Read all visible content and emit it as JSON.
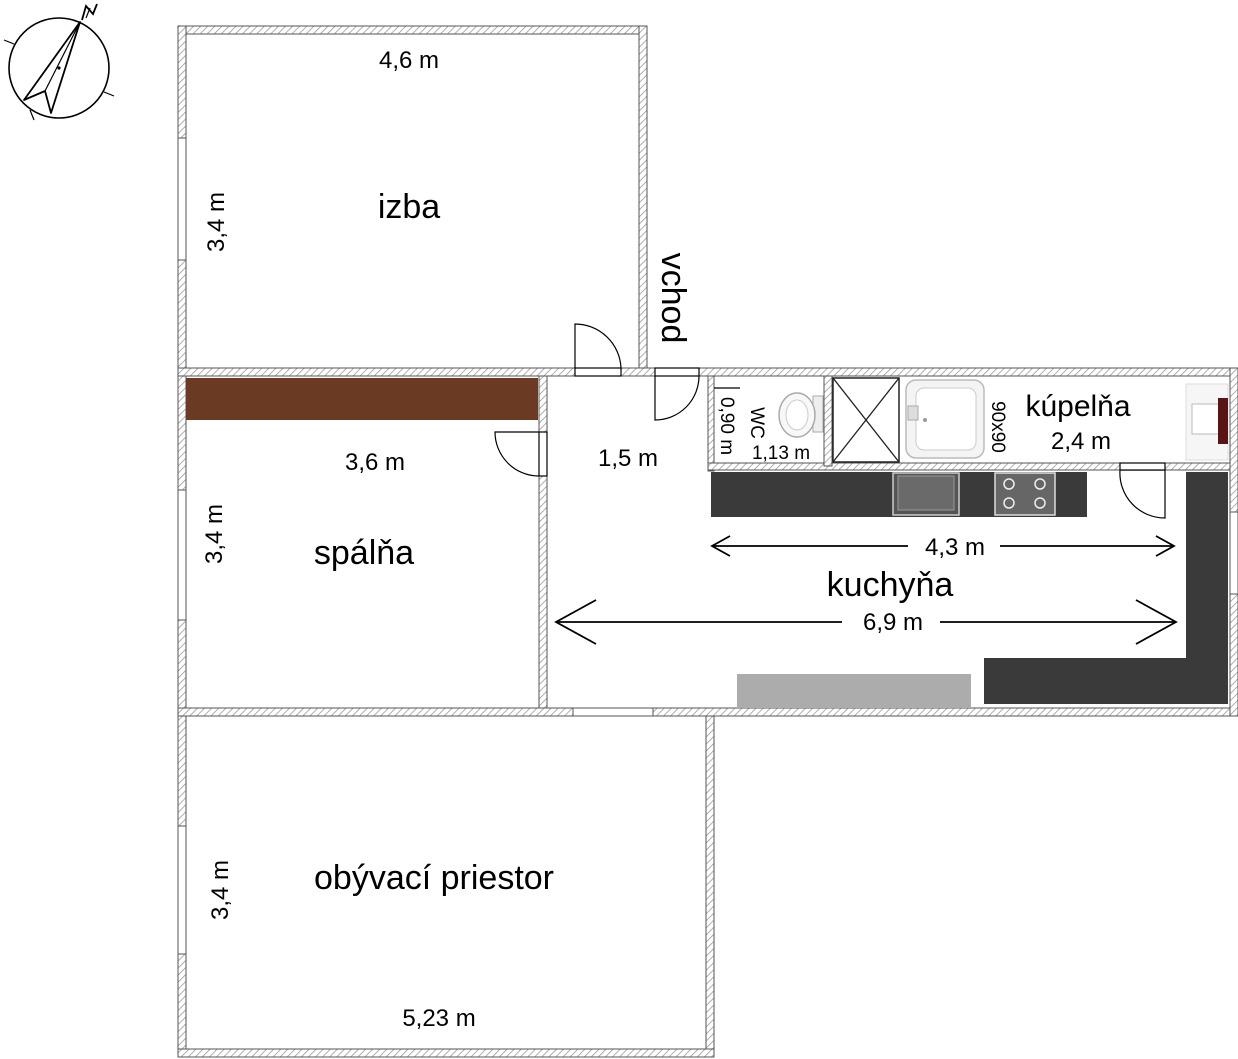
{
  "compass": {
    "north_mark": "N"
  },
  "rooms": {
    "izba": {
      "name": "izba",
      "width": "4,6 m",
      "depth": "3,4 m"
    },
    "spalna": {
      "name": "spálňa",
      "width": "3,6 m",
      "depth": "3,4 m"
    },
    "obyvaci": {
      "name": "obývací priestor",
      "width": "5,23 m",
      "depth": "3,4 m"
    },
    "hall": {
      "width": "1,5 m"
    },
    "wc": {
      "name": "WC",
      "width": "1,13 m",
      "depth": "0,90 m"
    },
    "kupelna": {
      "name": "kúpelňa",
      "width": "2,4 m",
      "shower_size": "90x90"
    },
    "kuchyna": {
      "name": "kuchyňa",
      "counter_length": "4,3 m",
      "length": "6,9 m"
    }
  },
  "entrance": {
    "label": "vchod"
  },
  "colors": {
    "wall_hatch": "#9a9a9a",
    "wardrobe": "#6b3a22",
    "counter": "#3a3a3a",
    "table": "#acacac",
    "towel_rack": "#5a1414"
  }
}
